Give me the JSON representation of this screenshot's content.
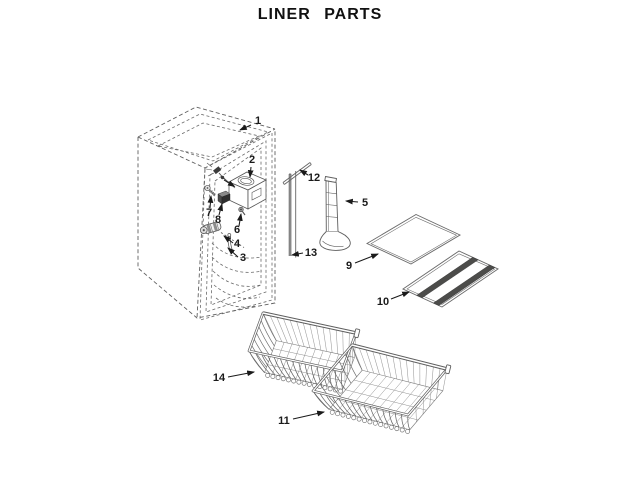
{
  "title": "LINER PARTS",
  "parts": [
    {
      "label": "1"
    },
    {
      "label": "2"
    },
    {
      "label": "3"
    },
    {
      "label": "4"
    },
    {
      "label": "5"
    },
    {
      "label": "6"
    },
    {
      "label": "7"
    },
    {
      "label": "8"
    },
    {
      "label": "9"
    },
    {
      "label": "10"
    },
    {
      "label": "11"
    },
    {
      "label": "12"
    },
    {
      "label": "13"
    },
    {
      "label": "14"
    }
  ]
}
